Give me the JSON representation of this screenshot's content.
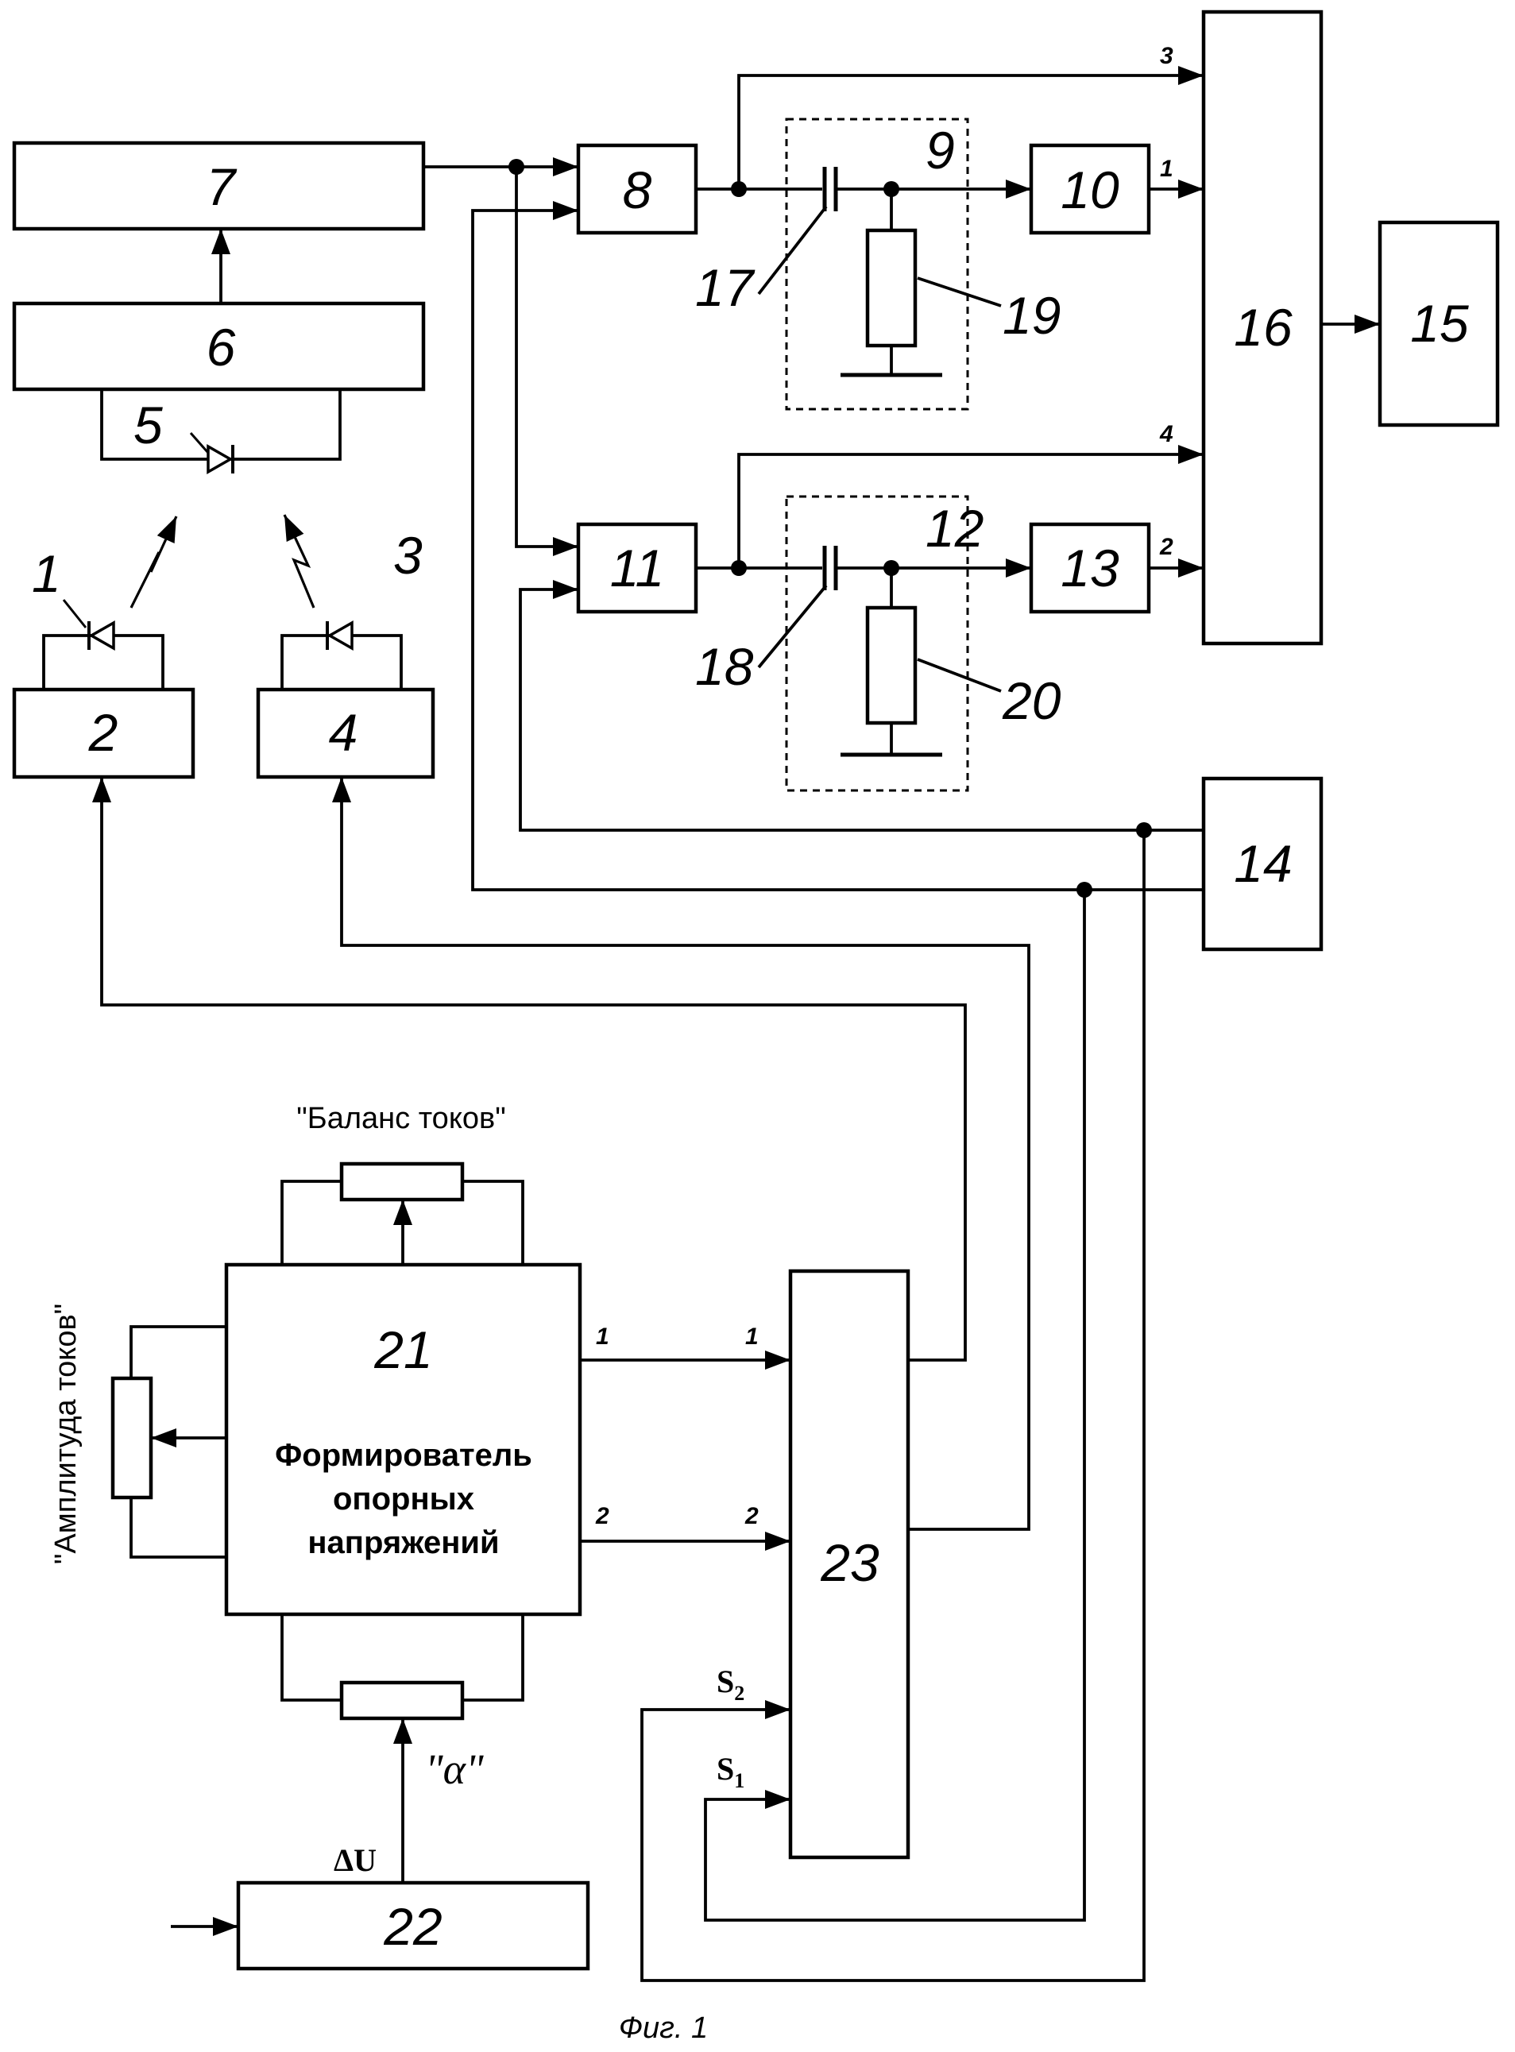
{
  "figure": {
    "caption": "Фиг. 1",
    "blocks": {
      "b1": "1",
      "b2": "2",
      "b3": "3",
      "b4": "4",
      "b5": "5",
      "b6": "6",
      "b7": "7",
      "b8": "8",
      "b9": "9",
      "b10": "10",
      "b11": "11",
      "b12": "12",
      "b13": "13",
      "b14": "14",
      "b15": "15",
      "b16": "16",
      "b17": "17",
      "b18": "18",
      "b19": "19",
      "b20": "20",
      "b21": "21",
      "b22": "22",
      "b23": "23"
    },
    "block21_text": [
      "Формирователь",
      "опорных",
      "напряжений"
    ],
    "pot_labels": {
      "balance": "\"Баланс токов\"",
      "amplitude": "\"Амплитуда токов\"",
      "alpha": "\"α\""
    },
    "delta_u": "ΔU",
    "ports16": [
      "3",
      "1",
      "4",
      "2"
    ],
    "ports21": [
      "1",
      "2"
    ],
    "ports23": [
      "1",
      "2"
    ],
    "s2": "S",
    "s2_sub": "2",
    "s1": "S",
    "s1_sub": "1"
  }
}
